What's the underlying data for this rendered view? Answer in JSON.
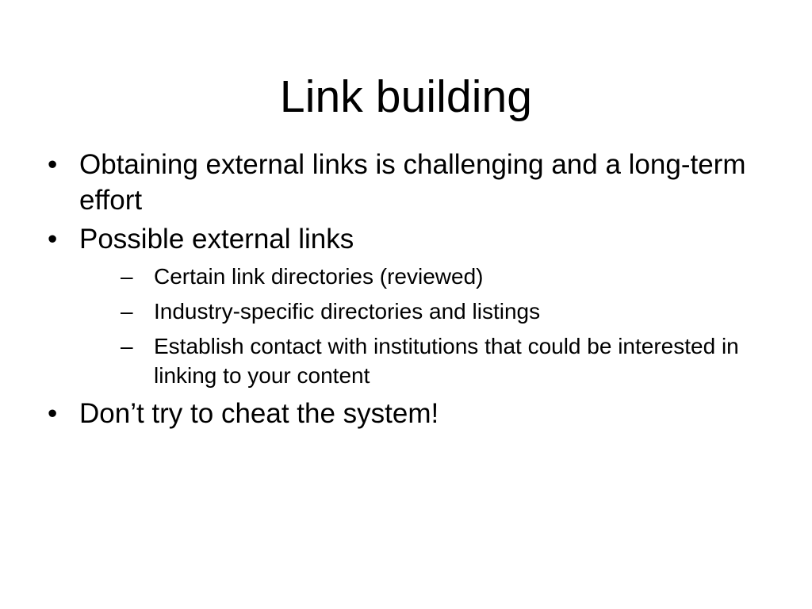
{
  "slide": {
    "title": "Link building",
    "background_color": "#ffffff",
    "text_color": "#000000",
    "bullet_marker_level1": "•",
    "bullet_marker_level2": "–",
    "content": [
      {
        "level": 1,
        "text": "Obtaining external links is challenging and a long-term effort"
      },
      {
        "level": 1,
        "text": "Possible external links",
        "children": [
          {
            "level": 2,
            "text": "Certain link directories (reviewed)"
          },
          {
            "level": 2,
            "text": "Industry-specific directories and listings"
          },
          {
            "level": 2,
            "text": "Establish contact with institutions that could be interested in linking to your content"
          }
        ]
      },
      {
        "level": 1,
        "text": "Don’t try to cheat the system!"
      }
    ]
  }
}
